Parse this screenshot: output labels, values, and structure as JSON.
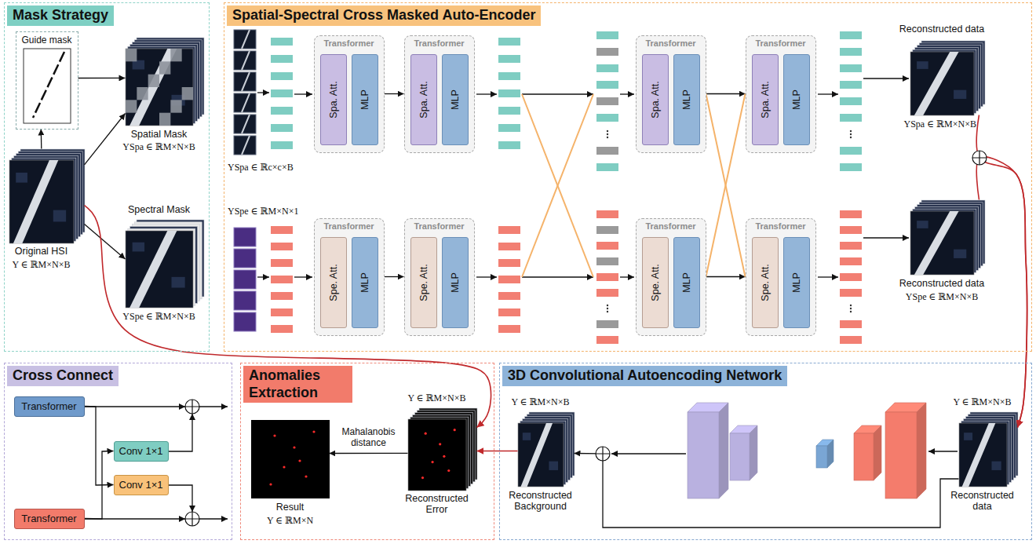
{
  "diagram": {
    "nodes": [
      {
        "text": [
          "Mask Strategy"
        ]
      },
      {
        "text": [
          "Guide mask"
        ],
        "in": 0
      },
      {
        "text": [
          "Original HSI",
          "Y ∈ ℝM×N×B"
        ],
        "in": 0
      },
      {
        "text": [
          "Spatial Mask",
          "YSpa ∈ ℝM×N×B"
        ],
        "in": 0
      },
      {
        "text": [
          "Spectral Mask",
          "YSpe ∈ ℝM×N×B"
        ],
        "in": 0
      },
      {
        "text": [
          "Spatial-Spectral Cross Masked Auto-Encoder"
        ]
      },
      {
        "text": [
          "Transformer"
        ],
        "in": 5
      },
      {
        "text": [
          "Spa. Att."
        ],
        "in": 6
      },
      {
        "text": [
          "MLP"
        ],
        "in": 6
      },
      {
        "text": [
          "Transformer"
        ],
        "in": 5
      },
      {
        "text": [
          "Spa. Att."
        ],
        "in": 9
      },
      {
        "text": [
          "MLP"
        ],
        "in": 9
      },
      {
        "text": [
          "Transformer"
        ],
        "in": 5
      },
      {
        "text": [
          "Spa. Att."
        ],
        "in": 12
      },
      {
        "text": [
          "MLP"
        ],
        "in": 12
      },
      {
        "text": [
          "Transformer"
        ],
        "in": 5
      },
      {
        "text": [
          "Spa. Att."
        ],
        "in": 15
      },
      {
        "text": [
          "MLP"
        ],
        "in": 15
      },
      {
        "text": [
          "Transformer"
        ],
        "in": 5
      },
      {
        "text": [
          "Spe. Att."
        ],
        "in": 18
      },
      {
        "text": [
          "MLP"
        ],
        "in": 18
      },
      {
        "text": [
          "Transformer"
        ],
        "in": 5
      },
      {
        "text": [
          "Spe. Att."
        ],
        "in": 21
      },
      {
        "text": [
          "MLP"
        ],
        "in": 21
      },
      {
        "text": [
          "Transformer"
        ],
        "in": 5
      },
      {
        "text": [
          "Spe. Att."
        ],
        "in": 24
      },
      {
        "text": [
          "MLP"
        ],
        "in": 24
      },
      {
        "text": [
          "Transformer"
        ],
        "in": 5
      },
      {
        "text": [
          "Spe. Att."
        ],
        "in": 27
      },
      {
        "text": [
          "MLP"
        ],
        "in": 27
      },
      {
        "text": [
          "Reconstructed data",
          "YSpa ∈ ℝM×N×B"
        ],
        "in": 5
      },
      {
        "text": [
          "Reconstructed data",
          "YSpe ∈ ℝM×N×B"
        ],
        "in": 5
      },
      {
        "text": [
          "Cross Connect"
        ]
      },
      {
        "text": [
          "Transformer"
        ],
        "in": 32
      },
      {
        "text": [
          "Conv 1×1"
        ],
        "in": 32
      },
      {
        "text": [
          "Conv 1×1"
        ],
        "in": 32
      },
      {
        "text": [
          "Transformer"
        ],
        "in": 32
      },
      {
        "text": [
          "Anomalies Extraction"
        ]
      },
      {
        "text": [
          "Result",
          "Y ∈ ℝM×N"
        ],
        "in": 37
      },
      {
        "text": [
          "Y ∈ ℝM×N×B",
          "Reconstructed Error"
        ],
        "in": 37
      },
      {
        "text": [
          "3D Convolutional Autoencoding Network"
        ]
      },
      {
        "text": [
          "Y ∈ ℝM×N×B",
          "Reconstructed Background"
        ],
        "in": 40
      },
      {
        "text": [
          "Y ∈ ℝM×N×B",
          "Reconstructed data"
        ],
        "in": 40
      }
    ],
    "edges": [
      {
        "from": 2,
        "to": 1,
        "arrow": "to"
      },
      {
        "from": 1,
        "to": 3,
        "arrow": "to"
      },
      {
        "from": 2,
        "to": 3,
        "arrow": "to"
      },
      {
        "from": 2,
        "to": 4,
        "arrow": "to"
      },
      {
        "from": 6,
        "to": 9,
        "arrow": "to"
      },
      {
        "from": 18,
        "to": 21,
        "arrow": "to"
      },
      {
        "from": 12,
        "to": 15,
        "arrow": "to"
      },
      {
        "from": 24,
        "to": 27,
        "arrow": "to"
      },
      {
        "from": 12,
        "to": 27,
        "arrow": "none"
      },
      {
        "from": 24,
        "to": 15,
        "arrow": "none"
      },
      {
        "from": 30,
        "to": 42,
        "arrow": "to"
      },
      {
        "from": 31,
        "to": 42,
        "arrow": "to"
      },
      {
        "from": 33,
        "to": 35,
        "arrow": "to"
      },
      {
        "from": 36,
        "to": 34,
        "arrow": "to"
      },
      {
        "from": 39,
        "to": 38,
        "label": "Mahalanobis distance",
        "arrow": "to"
      },
      {
        "from": 42,
        "to": 41,
        "arrow": "to"
      },
      {
        "from": 41,
        "to": 39,
        "arrow": "to"
      },
      {
        "from": 2,
        "to": 39,
        "arrow": "to"
      }
    ],
    "labels": [
      "YSpa ∈ ℝc×c×B",
      "YSpe ∈ ℝM×N×1"
    ]
  }
}
